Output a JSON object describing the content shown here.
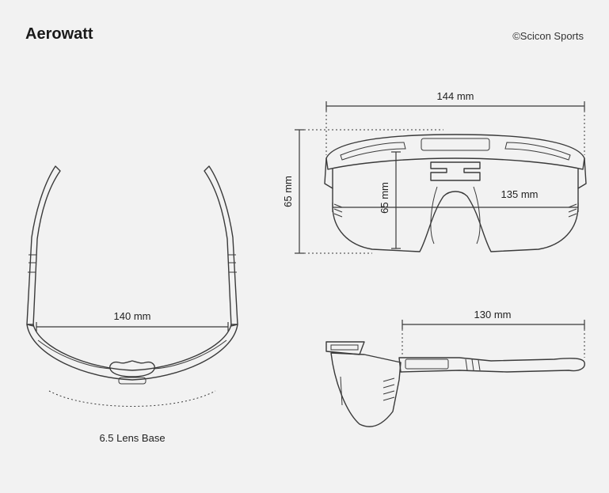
{
  "header": {
    "title": "Aerowatt",
    "copyright": "©Scicon Sports"
  },
  "top_view": {
    "width_label": "140 mm",
    "lens_base_label": "6.5 Lens Base"
  },
  "front_view": {
    "total_width_label": "144 mm",
    "lens_width_label": "135 mm",
    "total_height_label": "65 mm",
    "lens_height_label": "65 mm"
  },
  "side_view": {
    "temple_length_label": "130 mm"
  },
  "colors": {
    "background": "#f2f2f2",
    "line": "#3a3a3a"
  }
}
